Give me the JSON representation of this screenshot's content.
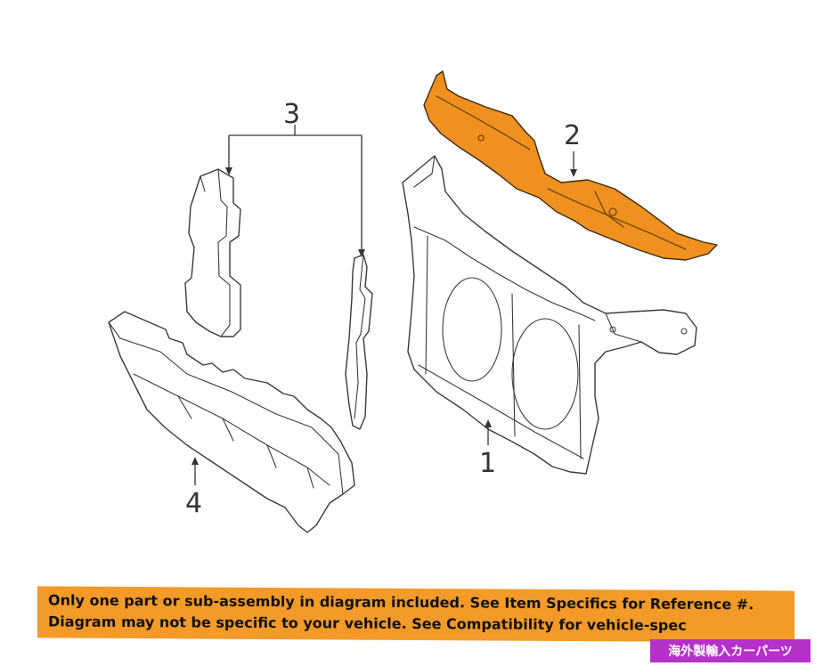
{
  "callouts": {
    "c1": "1",
    "c2": "2",
    "c3": "3",
    "c4": "4"
  },
  "disclaimer": {
    "line1": "Only one part or sub-assembly in diagram included. See Item Specifics for Reference #.",
    "line2": "Diagram may not be specific to your vehicle. See Compatibility for vehicle-spec"
  },
  "badge": "海外製輸入カーパーツ",
  "colors": {
    "highlighted_part": "#f0901e",
    "banner": "#f39a29",
    "badge": "#b531c9"
  }
}
